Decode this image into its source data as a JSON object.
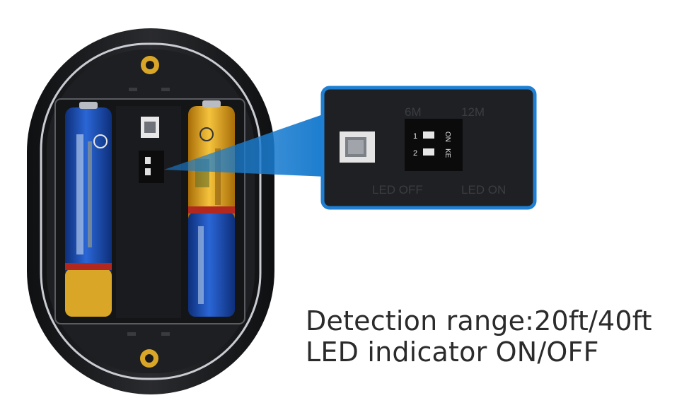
{
  "zoom_panel": {
    "range_short": "6M",
    "range_long": "12M",
    "led_off": "LED OFF",
    "led_on": "LED ON",
    "switch_1": "1",
    "switch_2": "2",
    "switch_on": "ON",
    "switch_brand": "KE"
  },
  "caption": {
    "line1": "Detection range:20ft/40ft",
    "line2": "LED indicator ON/OFF"
  },
  "colors": {
    "housing": "#1b1c1e",
    "callout_border": "#1e7fd3",
    "callout_beam": "#1a7ccf",
    "battery_blue": "#1d4fb8",
    "battery_gold": "#e0a623"
  },
  "icons": {
    "battery_left": "aa-battery-blue",
    "battery_right": "aa-battery-gold",
    "screw": "screw-icon"
  }
}
